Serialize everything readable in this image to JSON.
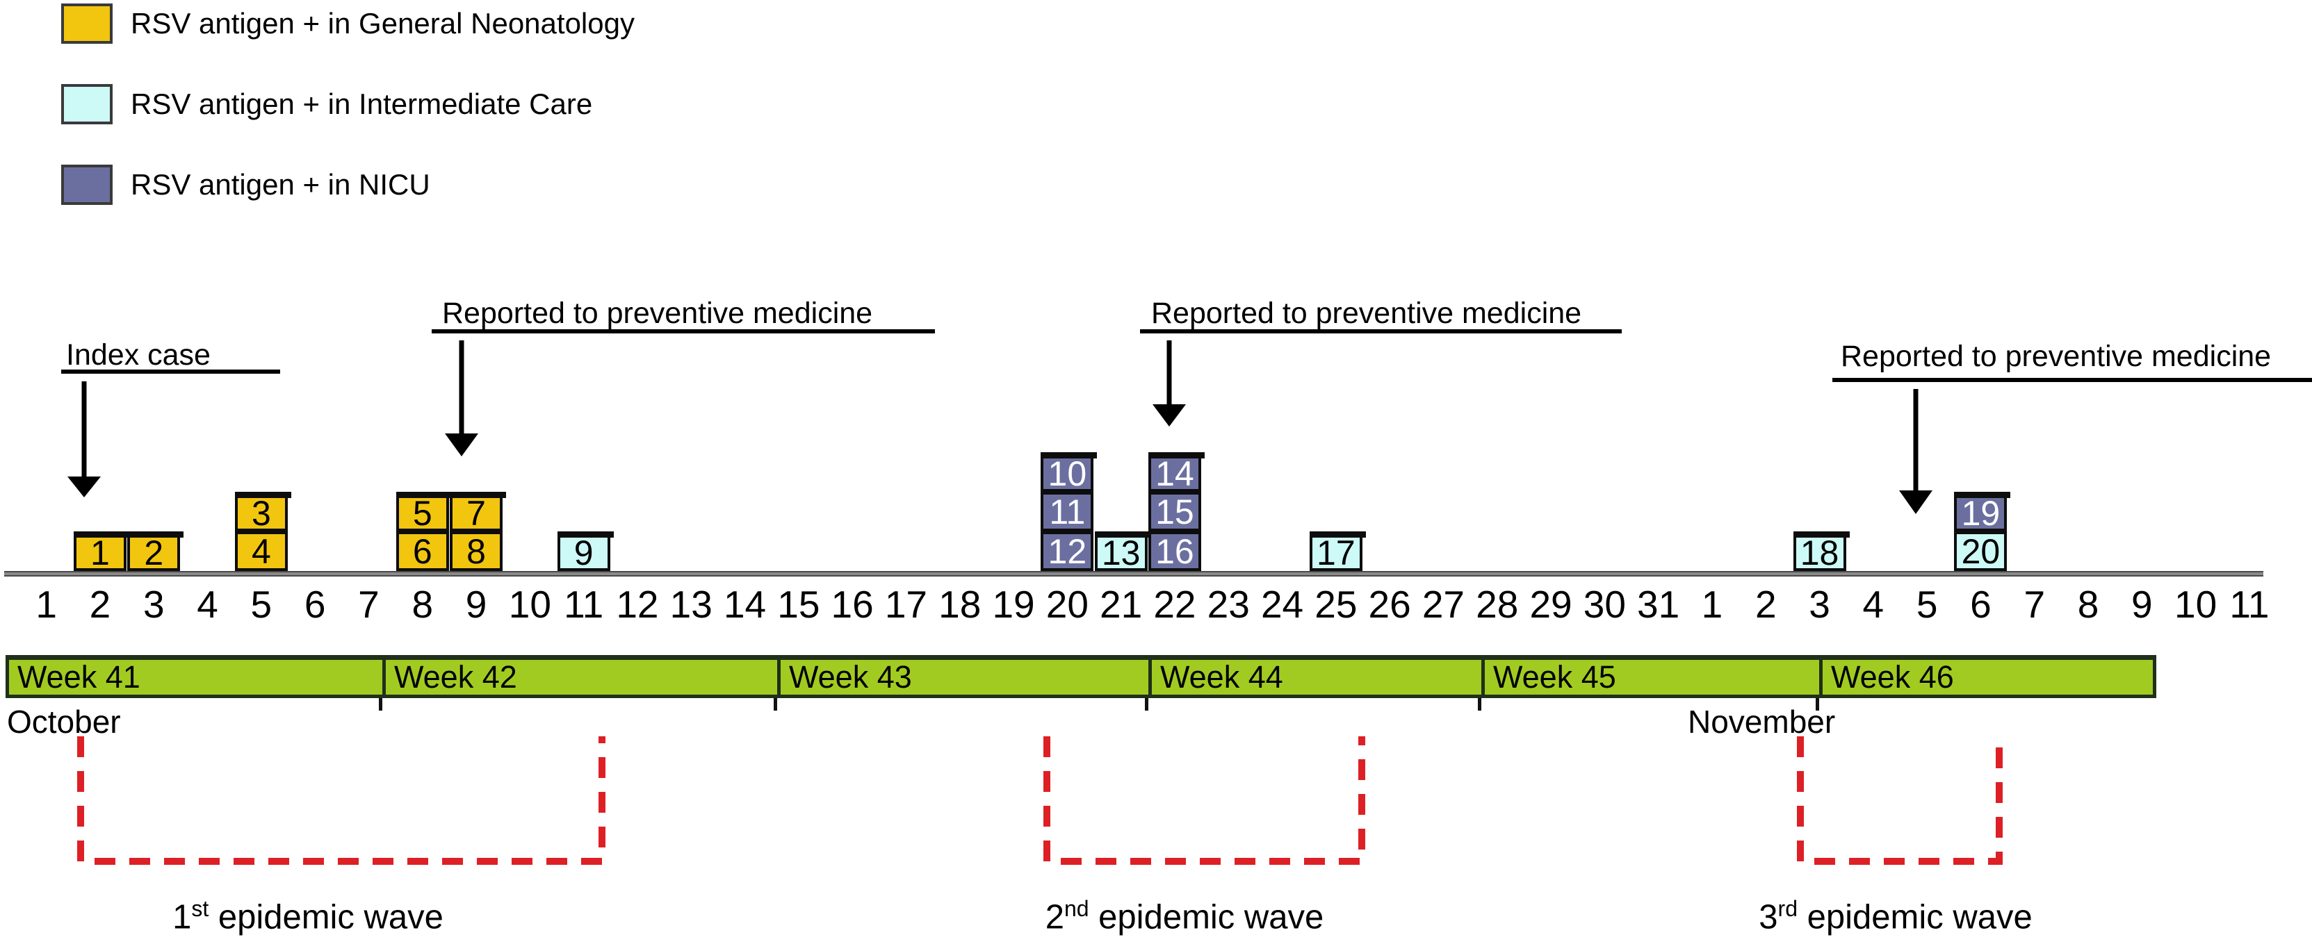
{
  "legend": {
    "items": [
      {
        "id": "general-neonatology",
        "label": "RSV antigen + in General Neonatology",
        "color": "#F2C50F",
        "text_color": "#000000"
      },
      {
        "id": "intermediate-care",
        "label": "RSV antigen + in Intermediate Care",
        "color": "#CDF9F7",
        "text_color": "#000000"
      },
      {
        "id": "nicu",
        "label": "RSV antigen + in NICU",
        "color": "#6B6FA0",
        "text_color": "#ffffff"
      }
    ]
  },
  "annotations": [
    {
      "id": "index-case",
      "label": "Index case",
      "points_to": "October 2"
    },
    {
      "id": "report-1",
      "label": "Reported to preventive medicine",
      "points_to": "October 9"
    },
    {
      "id": "report-2",
      "label": "Reported to preventive medicine",
      "points_to": "October 22"
    },
    {
      "id": "report-3",
      "label": "Reported to preventive medicine",
      "points_to": "November 5"
    }
  ],
  "chart_data": {
    "type": "bar",
    "title": "",
    "xlabel": "",
    "ylabel": "",
    "description": "Epidemic curve of RSV antigen positive cases by day of October and November, stacked unit boxes numbered by case, grouped by hospital unit",
    "months": [
      {
        "name": "October",
        "days": 31
      },
      {
        "name": "November",
        "days": 11
      }
    ],
    "weeks": [
      {
        "label": "Week 41"
      },
      {
        "label": "Week 42"
      },
      {
        "label": "Week 43"
      },
      {
        "label": "Week 44"
      },
      {
        "label": "Week 45"
      },
      {
        "label": "Week 46"
      }
    ],
    "cases": [
      {
        "case": 1,
        "month": "October",
        "day": 2,
        "unit": "General Neonatology",
        "stack_level": 1
      },
      {
        "case": 2,
        "month": "October",
        "day": 3,
        "unit": "General Neonatology",
        "stack_level": 1
      },
      {
        "case": 4,
        "month": "October",
        "day": 5,
        "unit": "General Neonatology",
        "stack_level": 1
      },
      {
        "case": 3,
        "month": "October",
        "day": 5,
        "unit": "General Neonatology",
        "stack_level": 2
      },
      {
        "case": 6,
        "month": "October",
        "day": 8,
        "unit": "General Neonatology",
        "stack_level": 1
      },
      {
        "case": 5,
        "month": "October",
        "day": 8,
        "unit": "General Neonatology",
        "stack_level": 2
      },
      {
        "case": 8,
        "month": "October",
        "day": 9,
        "unit": "General Neonatology",
        "stack_level": 1
      },
      {
        "case": 7,
        "month": "October",
        "day": 9,
        "unit": "General Neonatology",
        "stack_level": 2
      },
      {
        "case": 9,
        "month": "October",
        "day": 11,
        "unit": "Intermediate Care",
        "stack_level": 1
      },
      {
        "case": 12,
        "month": "October",
        "day": 20,
        "unit": "NICU",
        "stack_level": 1
      },
      {
        "case": 11,
        "month": "October",
        "day": 20,
        "unit": "NICU",
        "stack_level": 2
      },
      {
        "case": 10,
        "month": "October",
        "day": 20,
        "unit": "NICU",
        "stack_level": 3
      },
      {
        "case": 13,
        "month": "October",
        "day": 21,
        "unit": "Intermediate Care",
        "stack_level": 1
      },
      {
        "case": 16,
        "month": "October",
        "day": 22,
        "unit": "NICU",
        "stack_level": 1
      },
      {
        "case": 15,
        "month": "October",
        "day": 22,
        "unit": "NICU",
        "stack_level": 2
      },
      {
        "case": 14,
        "month": "October",
        "day": 22,
        "unit": "NICU",
        "stack_level": 3
      },
      {
        "case": 17,
        "month": "October",
        "day": 25,
        "unit": "Intermediate Care",
        "stack_level": 1
      },
      {
        "case": 18,
        "month": "November",
        "day": 3,
        "unit": "Intermediate Care",
        "stack_level": 1
      },
      {
        "case": 20,
        "month": "November",
        "day": 6,
        "unit": "Intermediate Care",
        "stack_level": 1
      },
      {
        "case": 19,
        "month": "November",
        "day": 6,
        "unit": "NICU",
        "stack_level": 2
      }
    ],
    "waves": [
      {
        "ordinal": "1",
        "ordinal_suffix": "st",
        "label": " epidemic wave",
        "span": "October 2 - October 11"
      },
      {
        "ordinal": "2",
        "ordinal_suffix": "nd",
        "label": " epidemic wave",
        "span": "October 20 - October 25"
      },
      {
        "ordinal": "3",
        "ordinal_suffix": "rd",
        "label": " epidemic wave",
        "span": "November 3 - November 6"
      }
    ],
    "wave_color": "#DD2025",
    "week_bar_color": "#A2CB22",
    "legend_position": "top-left",
    "grid": false
  }
}
